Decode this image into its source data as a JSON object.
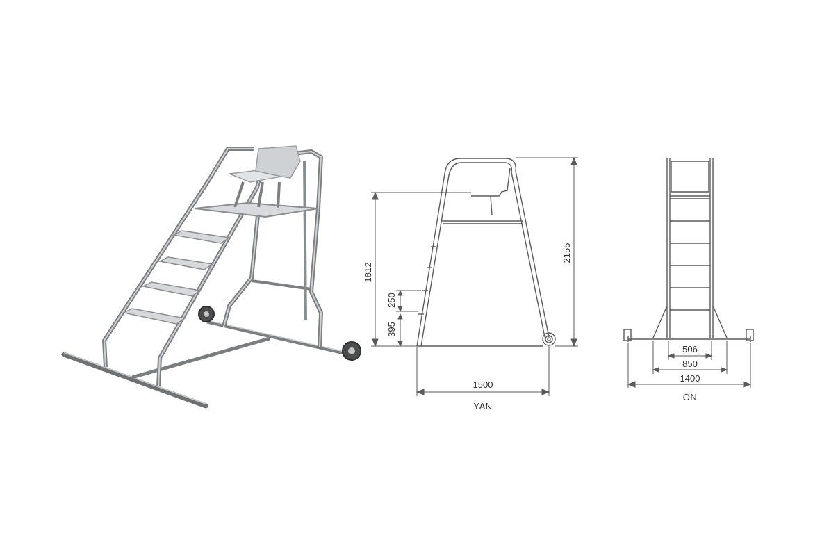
{
  "side_view": {
    "label": "YAN",
    "dims": {
      "total_height": "2155",
      "platform_height": "1812",
      "step_spacing": "250",
      "first_step_height": "395",
      "base_length": "1500"
    }
  },
  "front_view": {
    "label": "ÖN",
    "dims": {
      "inner_width": "506",
      "mid_width": "850",
      "base_width": "1400"
    }
  },
  "colors": {
    "line": "#5a5a5a",
    "steel": "#8a8d90",
    "steel_light": "#c9cccf",
    "step": "#d6d9dc"
  }
}
